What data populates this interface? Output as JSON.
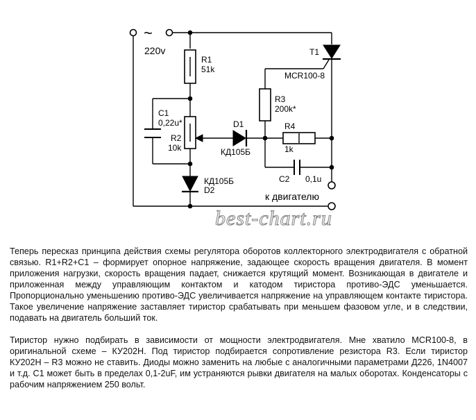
{
  "diagram": {
    "labels": {
      "ac_symbol": "~",
      "voltage": "220v",
      "r1_name": "R1",
      "r1_value": "51k",
      "c1_name": "C1",
      "c1_value": "0,22u*",
      "r2_name": "R2",
      "r2_value": "10k",
      "d1_name": "D1",
      "d1_type": "КД105Б",
      "d2_type": "КД105Б",
      "d2_name": "D2",
      "t1_name": "T1",
      "t1_type": "MCR100-8",
      "r3_name": "R3",
      "r3_value": "200k*",
      "r4_name": "R4",
      "r4_value": "1k",
      "c2_name": "C2",
      "c2_value": "0,1u",
      "motor_label": "к двигателю"
    },
    "watermark": "best-chart.ru"
  },
  "text": {
    "paragraph1": "Теперь пересказ принципа действия схемы регулятора оборотов коллекторного электродвигателя с обратной связью. R1+R2+C1 – формирует опорное напряжение, задающее скорость вращения двигателя. В момент приложения нагрузки, скорость вращения падает, снижается крутящий момент. Возникающая в двигателе и приложенная между управляющим контактом и катодом тиристора противо-ЭДС уменьшается. Пропорционально уменьшению противо-ЭДС увеличивается напряжение на управляющем контакте тиристора. Такое увеличение напряжение заставляет тиристор срабатывать при меньшем фазовом угле, и в следствии, подавать на двигатель больший ток.",
    "paragraph2": "Тиристор нужно подбирать в зависимости от мощности электродвигателя. Мне хватило MCR100-8, в оригинальной схеме – КУ202Н. Под тиристор подбирается сопротивление резистора R3. Если тиристор КУ202Н – R3 можно не ставить. Диоды можно заменить на любые с аналогичными параметрами Д226, 1N4007 и т.д. С1 может быть в пределах 0,1-2uF, им устраняются рывки двигателя на малых оборотах. Конденсаторы с рабочим напряжением 250 вольт."
  }
}
